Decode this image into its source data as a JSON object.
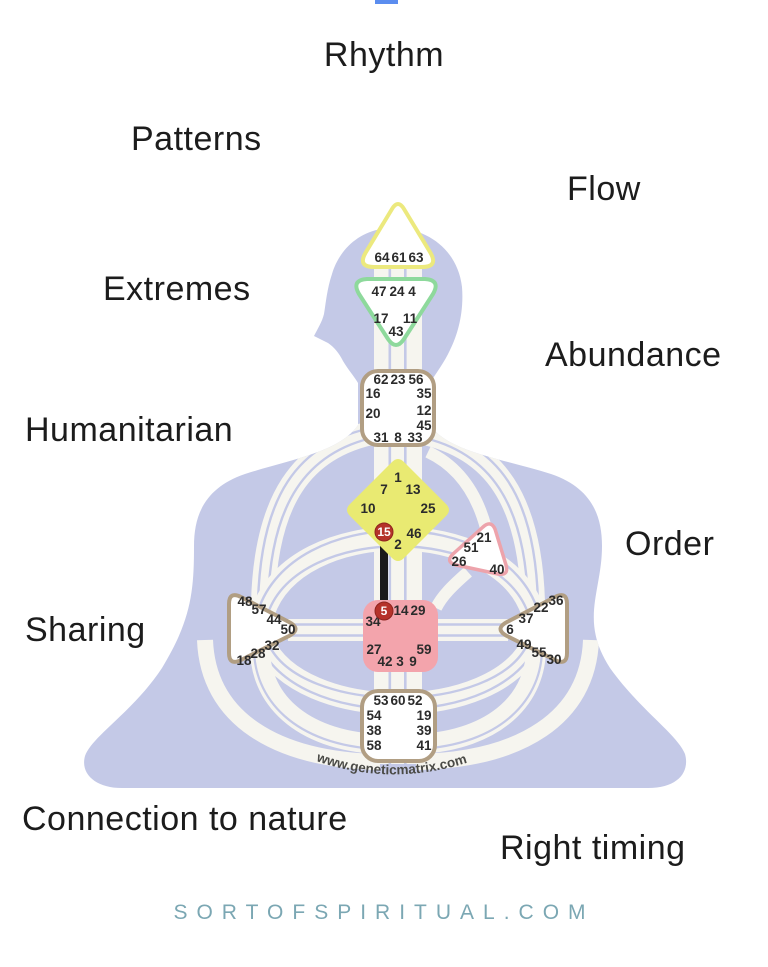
{
  "keywords": {
    "rhythm": "Rhythm",
    "patterns": "Patterns",
    "flow": "Flow",
    "extremes": "Extremes",
    "abundance": "Abundance",
    "humanitarian": "Humanitarian",
    "order": "Order",
    "sharing": "Sharing",
    "connection_to_nature": "Connection to nature",
    "right_timing": "Right timing"
  },
  "footer": {
    "site": "SORTOFSPIRITUAL.COM"
  },
  "watermark": "www.geneticmatrix.com",
  "colors": {
    "body_silhouette": "#c4c9e7",
    "channel_ribbon": "#f6f5ef",
    "head_outline": "#ece97e",
    "ajna_outline": "#8ed99c",
    "tan_outline": "#b19e83",
    "g_center_fill": "#e9ea72",
    "sacral_fill": "#f3a4ac",
    "heart_outline": "#eda3ab",
    "highlight_circle": "#b5322a",
    "defined_channel": "#1a1a1a",
    "footer_text": "#7ba7b3",
    "top_accent": "#5b8def"
  },
  "centers": {
    "head": {
      "gates": [
        "64",
        "61",
        "63"
      ]
    },
    "ajna": {
      "gates": [
        "47",
        "24",
        "4",
        "17",
        "11",
        "43"
      ]
    },
    "throat": {
      "gates": [
        "62",
        "23",
        "56",
        "16",
        "35",
        "20",
        "12",
        "45",
        "31",
        "8",
        "33"
      ]
    },
    "g": {
      "gates": [
        "1",
        "7",
        "13",
        "10",
        "25",
        "46",
        "2"
      ],
      "highlighted_gate": "15"
    },
    "heart": {
      "gates": [
        "21",
        "51",
        "26",
        "40"
      ]
    },
    "sacral": {
      "gates": [
        "14",
        "29",
        "34",
        "27",
        "59",
        "42",
        "3",
        "9"
      ],
      "highlighted_gate": "5"
    },
    "spleen": {
      "gates": [
        "48",
        "57",
        "44",
        "50",
        "32",
        "28",
        "18"
      ]
    },
    "solar": {
      "gates": [
        "36",
        "22",
        "37",
        "6",
        "49",
        "55",
        "30"
      ]
    },
    "root": {
      "gates": [
        "53",
        "60",
        "52",
        "54",
        "19",
        "38",
        "39",
        "58",
        "41"
      ]
    }
  },
  "channel": {
    "defined": "15-5"
  }
}
